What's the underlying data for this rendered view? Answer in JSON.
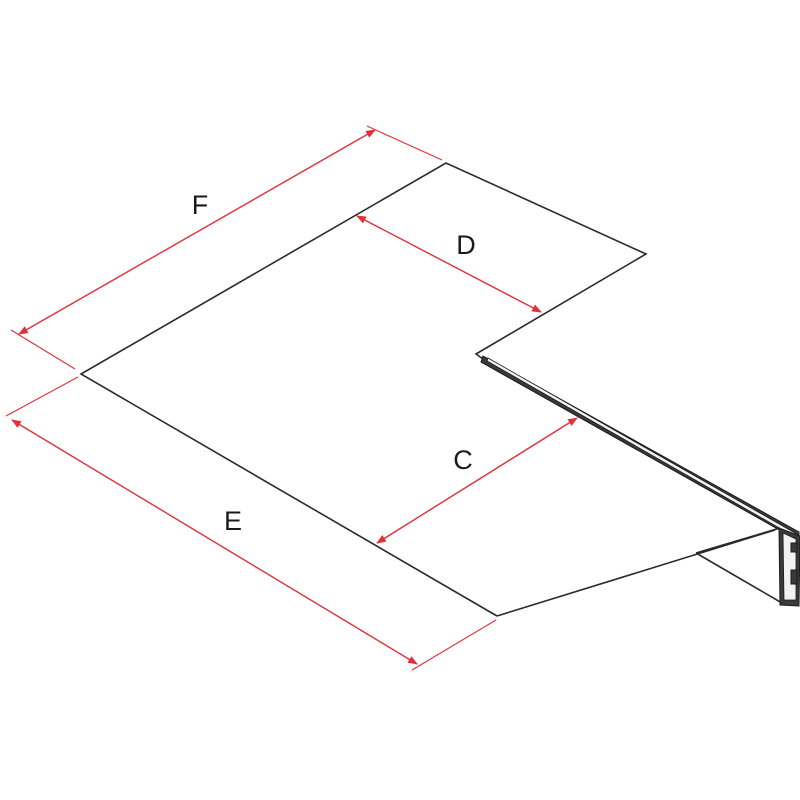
{
  "diagram": {
    "labels": {
      "F": "F",
      "D": "D",
      "C": "C",
      "E": "E"
    },
    "colors": {
      "outline": "#2a2a2a",
      "dimension": "#e0303a",
      "text": "#1a1a1a"
    }
  }
}
